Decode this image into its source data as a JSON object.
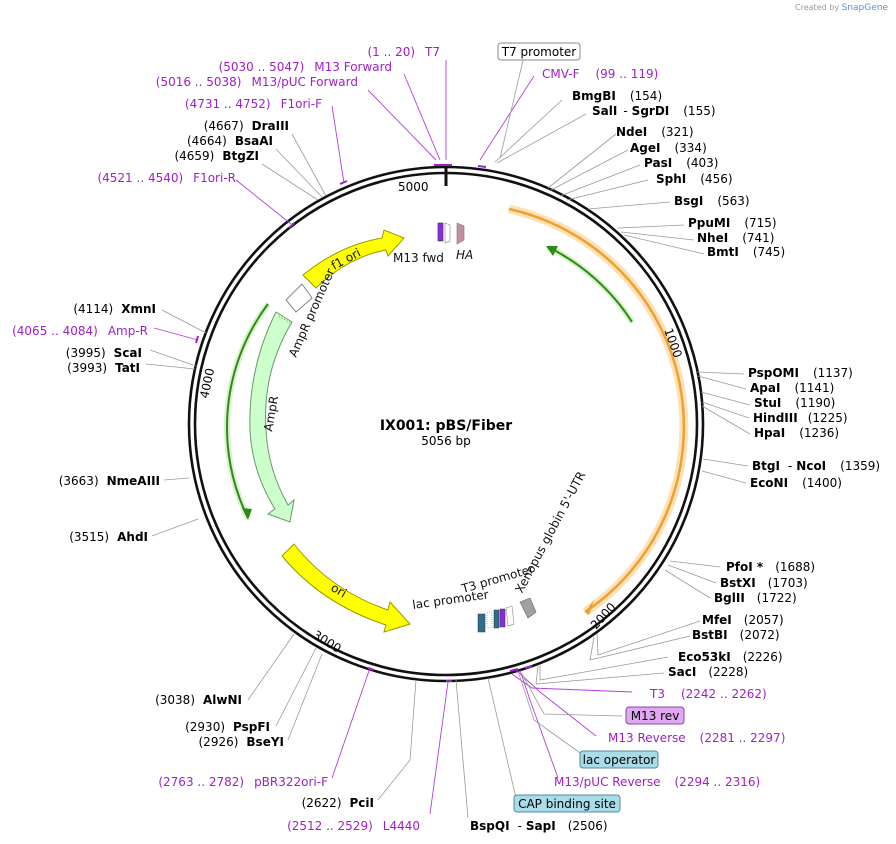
{
  "header": {
    "created_by": "Created by",
    "product": "SnapGene"
  },
  "plasmid": {
    "name": "IX001: pBS/Fiber",
    "length_label": "5056 bp",
    "length": 5056
  },
  "scale_ticks": [
    {
      "label": "1000",
      "pos": 1000
    },
    {
      "label": "2000",
      "pos": 2000
    },
    {
      "label": "3000",
      "pos": 3000
    },
    {
      "label": "4000",
      "pos": 4000
    },
    {
      "label": "5000",
      "pos": 5000
    }
  ],
  "features": [
    {
      "name": "f1 ori",
      "start": 4560,
      "end": 4960,
      "color": "#ffff00",
      "stroke": "#999900",
      "type": "arrow",
      "dir": 1,
      "label": "f1 ori",
      "label_inside": true
    },
    {
      "name": "AmpR promoter",
      "start": 4320,
      "end": 4420,
      "color": "#ffffff",
      "stroke": "#888888",
      "type": "arrow",
      "dir": -1,
      "label": "AmpR promoter",
      "label_inside": false
    },
    {
      "name": "AmpR",
      "start": 3485,
      "end": 4345,
      "color": "#ccffcc",
      "stroke": "#669966",
      "type": "arrow",
      "dir": -1,
      "label": "AmpR",
      "label_inside": false
    },
    {
      "name": "ori",
      "start": 2610,
      "end": 3050,
      "color": "#ffff00",
      "stroke": "#999900",
      "type": "arrow",
      "dir": -1,
      "label": "ori",
      "label_inside": true
    }
  ],
  "small_features": [
    {
      "name": "M13 fwd",
      "label": "M13 fwd"
    },
    {
      "name": "HA",
      "label": "HA"
    },
    {
      "name": "lac promoter",
      "label": "lac promoter"
    },
    {
      "name": "T3 promoter",
      "label": "T3 promoter"
    },
    {
      "name": "Xenopus globin 5'-UTR",
      "label": "Xenopus globin 5'-UTR"
    }
  ],
  "enzymes_right": [
    {
      "name": "BmgBI",
      "pos_label": "(154)"
    },
    {
      "name": "SalI",
      "name2": "SgrDI",
      "pos_label": "(155)"
    },
    {
      "name": "NdeI",
      "pos_label": "(321)"
    },
    {
      "name": "AgeI",
      "pos_label": "(334)"
    },
    {
      "name": "PasI",
      "pos_label": "(403)"
    },
    {
      "name": "SphI",
      "pos_label": "(456)"
    },
    {
      "name": "BsgI",
      "pos_label": "(563)"
    },
    {
      "name": "PpuMI",
      "pos_label": "(715)"
    },
    {
      "name": "NheI",
      "pos_label": "(741)"
    },
    {
      "name": "BmtI",
      "pos_label": "(745)"
    },
    {
      "name": "PspOMI",
      "pos_label": "(1137)"
    },
    {
      "name": "ApaI",
      "pos_label": "(1141)"
    },
    {
      "name": "StuI",
      "pos_label": "(1190)"
    },
    {
      "name": "HindIII",
      "pos_label": "(1225)"
    },
    {
      "name": "HpaI",
      "pos_label": "(1236)"
    },
    {
      "name": "BtgI",
      "name2": "NcoI",
      "pos_label": "(1359)"
    },
    {
      "name": "EcoNI",
      "pos_label": "(1400)"
    },
    {
      "name": "PfoI *",
      "pos_label": "(1688)"
    },
    {
      "name": "BstXI",
      "pos_label": "(1703)"
    },
    {
      "name": "BglII",
      "pos_label": "(1722)"
    },
    {
      "name": "MfeI",
      "pos_label": "(2057)"
    },
    {
      "name": "BstBI",
      "pos_label": "(2072)"
    },
    {
      "name": "Eco53kI",
      "pos_label": "(2226)"
    },
    {
      "name": "SacI",
      "pos_label": "(2228)"
    }
  ],
  "enzymes_left": [
    {
      "name": "DraIII",
      "pos_label": "(4667)"
    },
    {
      "name": "BsaAI",
      "pos_label": "(4664)"
    },
    {
      "name": "BtgZI",
      "pos_label": "(4659)"
    },
    {
      "name": "XmnI",
      "pos_label": "(4114)"
    },
    {
      "name": "ScaI",
      "pos_label": "(3995)"
    },
    {
      "name": "TatI",
      "pos_label": "(3993)"
    },
    {
      "name": "NmeAIII",
      "pos_label": "(3663)"
    },
    {
      "name": "AhdI",
      "pos_label": "(3515)"
    },
    {
      "name": "AlwNI",
      "pos_label": "(3038)"
    },
    {
      "name": "PspFI",
      "pos_label": "(2930)"
    },
    {
      "name": "BseYI",
      "pos_label": "(2926)"
    },
    {
      "name": "PciI",
      "pos_label": "(2622)"
    }
  ],
  "enzymes_bottom": [
    {
      "name": "BspQI",
      "name2": "SapI",
      "pos_label": "(2506)"
    }
  ],
  "primers": [
    {
      "name": "T7",
      "range": "(1 .. 20)"
    },
    {
      "name": "M13 Forward",
      "range": "(5030 .. 5047)"
    },
    {
      "name": "M13/pUC Forward",
      "range": "(5016 .. 5038)"
    },
    {
      "name": "F1ori-F",
      "range": "(4731 .. 4752)"
    },
    {
      "name": "F1ori-R",
      "range": "(4521 .. 4540)"
    },
    {
      "name": "Amp-R",
      "range": "(4065 .. 4084)"
    },
    {
      "name": "CMV-F",
      "range": "(99 .. 119)"
    },
    {
      "name": "T3",
      "range": "(2242 .. 2262)"
    },
    {
      "name": "M13 Reverse",
      "range": "(2281 .. 2297)"
    },
    {
      "name": "M13/pUC Reverse",
      "range": "(2294 .. 2316)"
    },
    {
      "name": "pBR322ori-F",
      "range": "(2763 .. 2782)"
    },
    {
      "name": "L4440",
      "range": "(2512 .. 2529)"
    }
  ],
  "boxed_labels": [
    {
      "name": "T7 promoter",
      "fill": "#ffffff",
      "stroke": "#888888"
    },
    {
      "name": "M13 rev",
      "fill": "#e0a8f0",
      "stroke": "#8844aa"
    },
    {
      "name": "lac operator",
      "fill": "#a8dce8",
      "stroke": "#558899"
    },
    {
      "name": "CAP binding site",
      "fill": "#a8dce8",
      "stroke": "#558899"
    }
  ],
  "colors": {
    "insert_arc": "#f0a030",
    "insert_glow": "#fde2b8",
    "fiber_arrow": "#2e8b1a",
    "primer": "#a020c8"
  }
}
